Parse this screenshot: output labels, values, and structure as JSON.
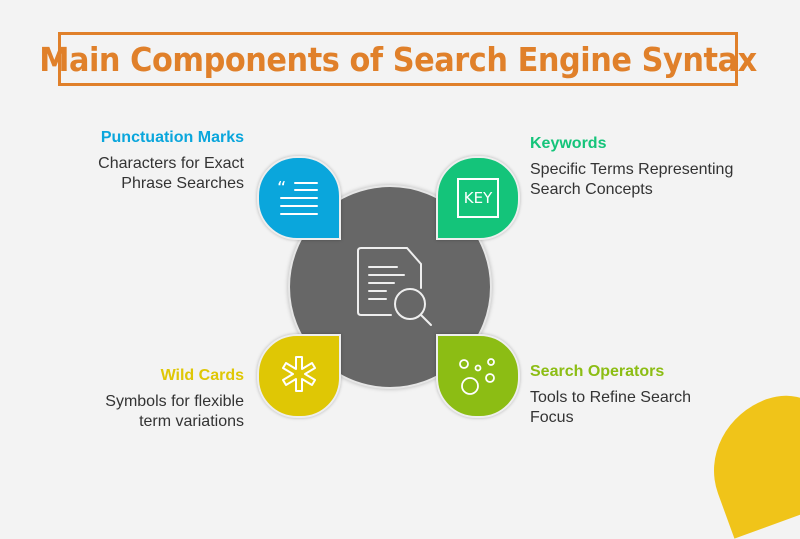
{
  "title": "Main Components of Search Engine Syntax",
  "items": [
    {
      "heading": "Punctuation Marks",
      "desc1": "Characters for Exact",
      "desc2": "Phrase Searches",
      "color": "#0aa6dc",
      "icon": "quote-text-icon"
    },
    {
      "heading": "Keywords",
      "desc1": "Specific Terms Representing",
      "desc2": "Search Concepts",
      "color": "#14c47a",
      "icon": "key-icon",
      "icon_text": "KEY"
    },
    {
      "heading": "Wild Cards",
      "desc1": "Symbols for flexible",
      "desc2": "term variations",
      "color": "#dfc705",
      "icon": "asterisk-icon"
    },
    {
      "heading": "Search Operators",
      "desc1": "Tools to Refine Search",
      "desc2": "Focus",
      "color": "#8cbd14",
      "icon": "bubbles-icon"
    }
  ]
}
